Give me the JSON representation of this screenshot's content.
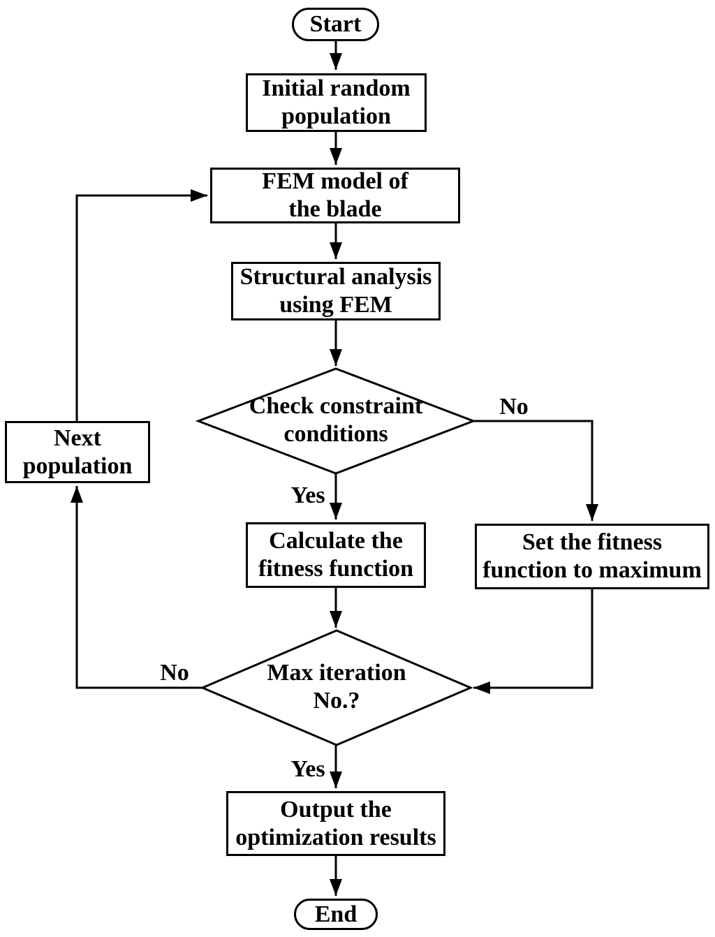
{
  "figure": {
    "background_color": "#ffffff",
    "line_color": "#000000",
    "text_color": "#000000"
  },
  "nodes": {
    "start": {
      "label": "Start",
      "shape": "terminator"
    },
    "init": {
      "label": "Initial random\npopulation",
      "shape": "process"
    },
    "fem": {
      "label": "FEM model of\nthe blade",
      "shape": "process"
    },
    "struct": {
      "label": "Structural analysis\nusing FEM",
      "shape": "process"
    },
    "check": {
      "label": "Check constraint\nconditions",
      "shape": "decision"
    },
    "calc": {
      "label": "Calculate the\nfitness function",
      "shape": "process"
    },
    "setmax": {
      "label": "Set the fitness\nfunction to maximum",
      "shape": "process"
    },
    "maxiter": {
      "label": "Max iteration\nNo.?",
      "shape": "decision"
    },
    "nextpop": {
      "label": "Next\npopulation",
      "shape": "process"
    },
    "output": {
      "label": "Output the\noptimization results",
      "shape": "process"
    },
    "end": {
      "label": "End",
      "shape": "terminator"
    }
  },
  "edge_labels": {
    "check_no": "No",
    "check_yes": "Yes",
    "maxiter_no": "No",
    "maxiter_yes": "Yes"
  }
}
